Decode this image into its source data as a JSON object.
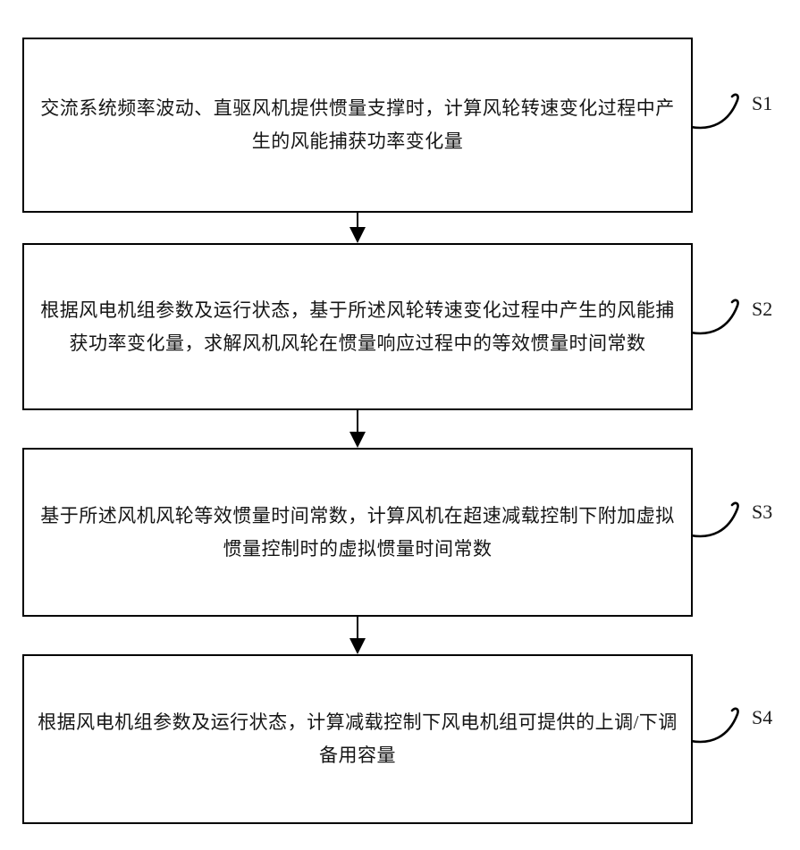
{
  "figure": {
    "type": "flowchart",
    "background_color": "#ffffff",
    "line_color": "#000000",
    "description": "Patent-style vertical flowchart of four process steps connected by downward arrows, each step tagged with a reference label via a curved leader line"
  },
  "steps": [
    {
      "id": "S1",
      "text": "交流系统频率波动、直驱风机提供惯量支撑时，计算风轮转速变化过程中产生的风能捕获功率变化量"
    },
    {
      "id": "S2",
      "text": "根据风电机组参数及运行状态，基于所述风轮转速变化过程中产生的风能捕获功率变化量，求解风机风轮在惯量响应过程中的等效惯量时间常数"
    },
    {
      "id": "S3",
      "text": "基于所述风机风轮等效惯量时间常数，计算风机在超速减载控制下附加虚拟惯量控制时的虚拟惯量时间常数"
    },
    {
      "id": "S4",
      "text": "根据风电机组参数及运行状态，计算减载控制下风电机组可提供的上调/下调备用容量"
    }
  ]
}
